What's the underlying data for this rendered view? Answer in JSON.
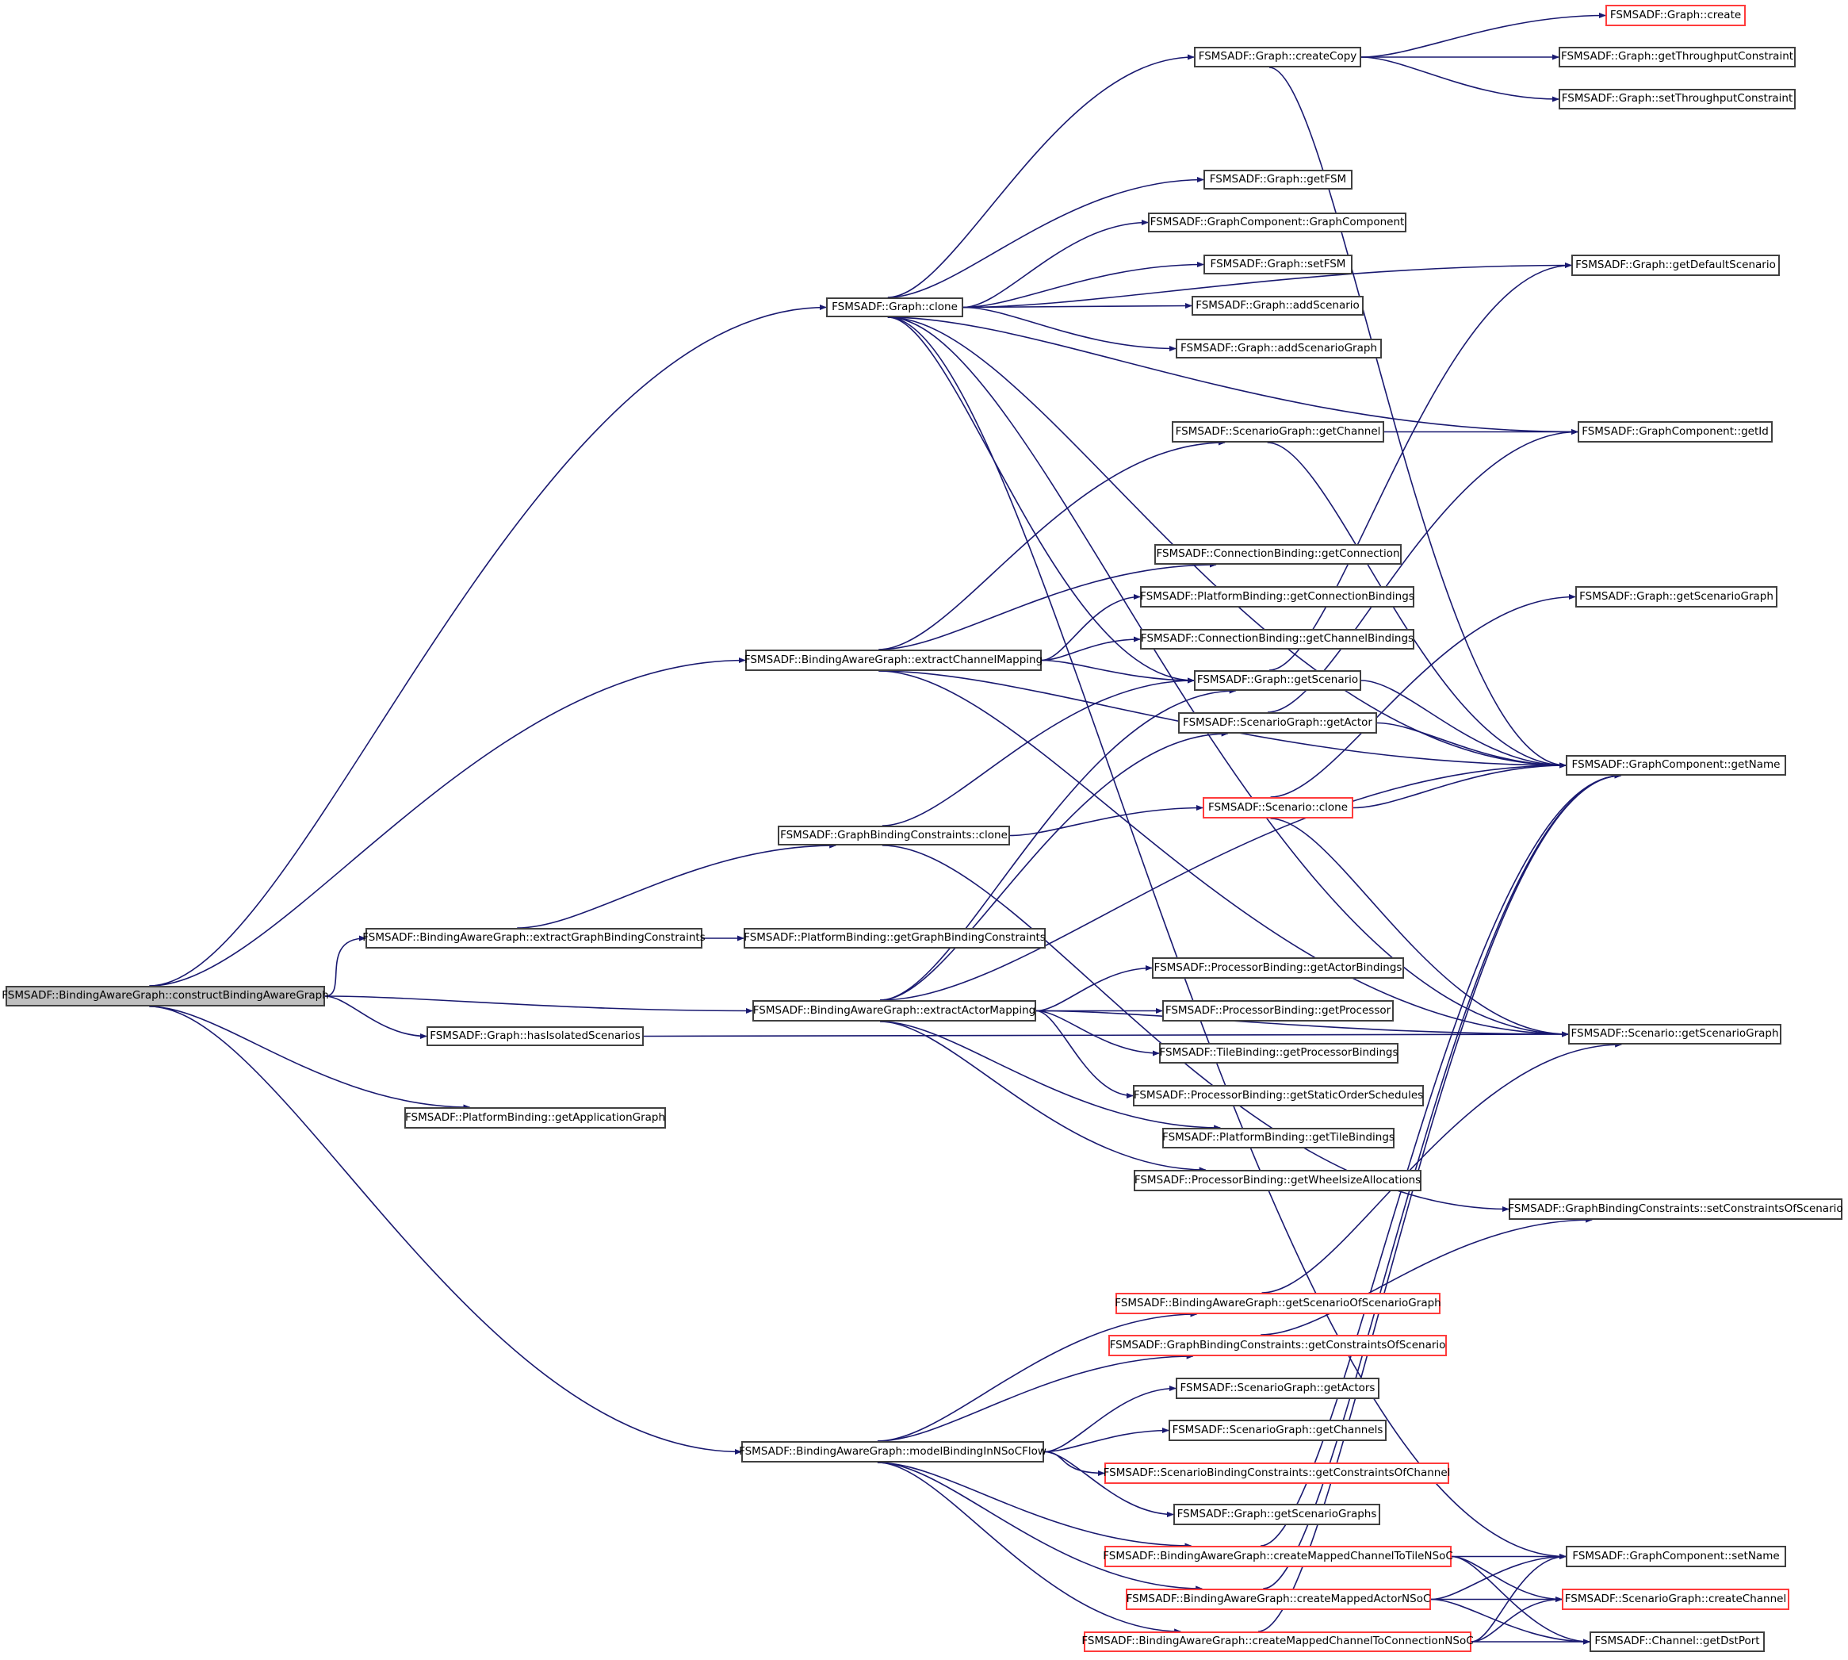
{
  "title": "FSMSADF::BindingAwareGraph::constructBindingAwareGraph call graph",
  "colors": {
    "edge": "#191970",
    "border": "#404040",
    "root_fill": "#bfbfbf",
    "truncated_border": "#ff3b3b"
  },
  "nodes": [
    {
      "id": "root",
      "label": "FSMSADF::BindingAwareGraph::constructBindingAwareGraph",
      "style": "root"
    },
    {
      "id": "gclone",
      "label": "FSMSADF::Graph::clone",
      "style": "normal"
    },
    {
      "id": "createCopy",
      "label": "FSMSADF::Graph::createCopy",
      "style": "normal"
    },
    {
      "id": "create",
      "label": "FSMSADF::Graph::create",
      "style": "red"
    },
    {
      "id": "getTP",
      "label": "FSMSADF::Graph::getThroughputConstraint",
      "style": "normal"
    },
    {
      "id": "setTP",
      "label": "FSMSADF::Graph::setThroughputConstraint",
      "style": "normal"
    },
    {
      "id": "getFSM",
      "label": "FSMSADF::Graph::getFSM",
      "style": "normal"
    },
    {
      "id": "gcCtor",
      "label": "FSMSADF::GraphComponent::GraphComponent",
      "style": "normal"
    },
    {
      "id": "setFSM",
      "label": "FSMSADF::Graph::setFSM",
      "style": "normal"
    },
    {
      "id": "addScenario",
      "label": "FSMSADF::Graph::addScenario",
      "style": "normal"
    },
    {
      "id": "addScenarioGraph",
      "label": "FSMSADF::Graph::addScenarioGraph",
      "style": "normal"
    },
    {
      "id": "sgGetChannel",
      "label": "FSMSADF::ScenarioGraph::getChannel",
      "style": "normal"
    },
    {
      "id": "cbGetConnection",
      "label": "FSMSADF::ConnectionBinding::getConnection",
      "style": "normal"
    },
    {
      "id": "pbGetConnBindings",
      "label": "FSMSADF::PlatformBinding::getConnectionBindings",
      "style": "normal"
    },
    {
      "id": "cbGetChanBindings",
      "label": "FSMSADF::ConnectionBinding::getChannelBindings",
      "style": "normal"
    },
    {
      "id": "getScenario",
      "label": "FSMSADF::Graph::getScenario",
      "style": "normal"
    },
    {
      "id": "sgGetActor",
      "label": "FSMSADF::ScenarioGraph::getActor",
      "style": "normal"
    },
    {
      "id": "scClone",
      "label": "FSMSADF::Scenario::clone",
      "style": "red"
    },
    {
      "id": "extractChannel",
      "label": "FSMSADF::BindingAwareGraph::extractChannelMapping",
      "style": "normal"
    },
    {
      "id": "gbcClone",
      "label": "FSMSADF::GraphBindingConstraints::clone",
      "style": "normal"
    },
    {
      "id": "extractGBC",
      "label": "FSMSADF::BindingAwareGraph::extractGraphBindingConstraints",
      "style": "normal"
    },
    {
      "id": "pbGetGBC",
      "label": "FSMSADF::PlatformBinding::getGraphBindingConstraints",
      "style": "normal"
    },
    {
      "id": "extractActor",
      "label": "FSMSADF::BindingAwareGraph::extractActorMapping",
      "style": "normal"
    },
    {
      "id": "hasIsolated",
      "label": "FSMSADF::Graph::hasIsolatedScenarios",
      "style": "normal"
    },
    {
      "id": "getAppGraph",
      "label": "FSMSADF::PlatformBinding::getApplicationGraph",
      "style": "normal"
    },
    {
      "id": "pbGetActorBindings",
      "label": "FSMSADF::ProcessorBinding::getActorBindings",
      "style": "normal"
    },
    {
      "id": "pbGetProcessor",
      "label": "FSMSADF::ProcessorBinding::getProcessor",
      "style": "normal"
    },
    {
      "id": "tbGetProcBindings",
      "label": "FSMSADF::TileBinding::getProcessorBindings",
      "style": "normal"
    },
    {
      "id": "pbGetSOS",
      "label": "FSMSADF::ProcessorBinding::getStaticOrderSchedules",
      "style": "normal"
    },
    {
      "id": "pbGetTileBindings",
      "label": "FSMSADF::PlatformBinding::getTileBindings",
      "style": "normal"
    },
    {
      "id": "pbGetWheel",
      "label": "FSMSADF::ProcessorBinding::getWheelsizeAllocations",
      "style": "normal"
    },
    {
      "id": "modelNSoC",
      "label": "FSMSADF::BindingAwareGraph::modelBindingInNSoCFlow",
      "style": "normal"
    },
    {
      "id": "getSOfSG",
      "label": "FSMSADF::BindingAwareGraph::getScenarioOfScenarioGraph",
      "style": "red"
    },
    {
      "id": "getConstrOfScen",
      "label": "FSMSADF::GraphBindingConstraints::getConstraintsOfScenario",
      "style": "red"
    },
    {
      "id": "sgGetActors",
      "label": "FSMSADF::ScenarioGraph::getActors",
      "style": "normal"
    },
    {
      "id": "sgGetChannels",
      "label": "FSMSADF::ScenarioGraph::getChannels",
      "style": "normal"
    },
    {
      "id": "getConstrOfChan",
      "label": "FSMSADF::ScenarioBindingConstraints::getConstraintsOfChannel",
      "style": "red"
    },
    {
      "id": "getScenarioGraphs",
      "label": "FSMSADF::Graph::getScenarioGraphs",
      "style": "normal"
    },
    {
      "id": "cmcTile",
      "label": "FSMSADF::BindingAwareGraph::createMappedChannelToTileNSoC",
      "style": "red"
    },
    {
      "id": "cmActor",
      "label": "FSMSADF::BindingAwareGraph::createMappedActorNSoC",
      "style": "red"
    },
    {
      "id": "cmcConn",
      "label": "FSMSADF::BindingAwareGraph::createMappedChannelToConnectionNSoC",
      "style": "red"
    },
    {
      "id": "getDefaultScenario",
      "label": "FSMSADF::Graph::getDefaultScenario",
      "style": "normal"
    },
    {
      "id": "gcGetId",
      "label": "FSMSADF::GraphComponent::getId",
      "style": "normal"
    },
    {
      "id": "gGetScenarioGraph",
      "label": "FSMSADF::Graph::getScenarioGraph",
      "style": "normal"
    },
    {
      "id": "gcGetName",
      "label": "FSMSADF::GraphComponent::getName",
      "style": "normal"
    },
    {
      "id": "scGetScenarioGraph",
      "label": "FSMSADF::Scenario::getScenarioGraph",
      "style": "normal"
    },
    {
      "id": "gbcSetConstr",
      "label": "FSMSADF::GraphBindingConstraints::setConstraintsOfScenario",
      "style": "normal"
    },
    {
      "id": "gcSetName",
      "label": "FSMSADF::GraphComponent::setName",
      "style": "normal"
    },
    {
      "id": "sgCreateChannel",
      "label": "FSMSADF::ScenarioGraph::createChannel",
      "style": "red"
    },
    {
      "id": "chGetDstPort",
      "label": "FSMSADF::Channel::getDstPort",
      "style": "normal"
    }
  ],
  "edges": [
    [
      "root",
      "gclone"
    ],
    [
      "root",
      "extractChannel"
    ],
    [
      "root",
      "extractGBC"
    ],
    [
      "root",
      "extractActor"
    ],
    [
      "root",
      "hasIsolated"
    ],
    [
      "root",
      "getAppGraph"
    ],
    [
      "root",
      "modelNSoC"
    ],
    [
      "gclone",
      "createCopy"
    ],
    [
      "gclone",
      "getFSM"
    ],
    [
      "gclone",
      "gcCtor"
    ],
    [
      "gclone",
      "setFSM"
    ],
    [
      "gclone",
      "addScenario"
    ],
    [
      "gclone",
      "addScenarioGraph"
    ],
    [
      "gclone",
      "getScenario"
    ],
    [
      "gclone",
      "getDefaultScenario"
    ],
    [
      "gclone",
      "gcGetId"
    ],
    [
      "gclone",
      "gcGetName"
    ],
    [
      "gclone",
      "scGetScenarioGraph"
    ],
    [
      "createCopy",
      "create"
    ],
    [
      "createCopy",
      "getTP"
    ],
    [
      "createCopy",
      "setTP"
    ],
    [
      "createCopy",
      "gcGetName"
    ],
    [
      "sgGetChannel",
      "gcGetId"
    ],
    [
      "sgGetChannel",
      "gcGetName"
    ],
    [
      "getScenario",
      "gcGetName"
    ],
    [
      "getScenario",
      "getDefaultScenario"
    ],
    [
      "sgGetActor",
      "gcGetName"
    ],
    [
      "sgGetActor",
      "gcGetId"
    ],
    [
      "scClone",
      "gcGetName"
    ],
    [
      "scClone",
      "gGetScenarioGraph"
    ],
    [
      "scClone",
      "scGetScenarioGraph"
    ],
    [
      "extractChannel",
      "sgGetChannel"
    ],
    [
      "extractChannel",
      "cbGetConnection"
    ],
    [
      "extractChannel",
      "pbGetConnBindings"
    ],
    [
      "extractChannel",
      "cbGetChanBindings"
    ],
    [
      "extractChannel",
      "getScenario"
    ],
    [
      "extractChannel",
      "gcGetName"
    ],
    [
      "extractChannel",
      "scGetScenarioGraph"
    ],
    [
      "extractGBC",
      "gbcClone"
    ],
    [
      "extractGBC",
      "pbGetGBC"
    ],
    [
      "gbcClone",
      "getScenario"
    ],
    [
      "gbcClone",
      "scClone"
    ],
    [
      "gbcClone",
      "gbcSetConstr"
    ],
    [
      "extractActor",
      "getScenario"
    ],
    [
      "extractActor",
      "sgGetActor"
    ],
    [
      "extractActor",
      "gcGetName"
    ],
    [
      "extractActor",
      "pbGetActorBindings"
    ],
    [
      "extractActor",
      "pbGetProcessor"
    ],
    [
      "extractActor",
      "tbGetProcBindings"
    ],
    [
      "extractActor",
      "pbGetSOS"
    ],
    [
      "extractActor",
      "pbGetTileBindings"
    ],
    [
      "extractActor",
      "pbGetWheel"
    ],
    [
      "extractActor",
      "scGetScenarioGraph"
    ],
    [
      "hasIsolated",
      "scGetScenarioGraph"
    ],
    [
      "modelNSoC",
      "getSOfSG"
    ],
    [
      "modelNSoC",
      "getConstrOfScen"
    ],
    [
      "modelNSoC",
      "sgGetActors"
    ],
    [
      "modelNSoC",
      "sgGetChannels"
    ],
    [
      "modelNSoC",
      "getConstrOfChan"
    ],
    [
      "modelNSoC",
      "getScenarioGraphs"
    ],
    [
      "modelNSoC",
      "cmcTile"
    ],
    [
      "modelNSoC",
      "cmActor"
    ],
    [
      "modelNSoC",
      "cmcConn"
    ],
    [
      "getSOfSG",
      "scGetScenarioGraph"
    ],
    [
      "getConstrOfScen",
      "gbcSetConstr"
    ],
    [
      "cmcTile",
      "gcSetName"
    ],
    [
      "cmcTile",
      "sgCreateChannel"
    ],
    [
      "cmcTile",
      "chGetDstPort"
    ],
    [
      "cmcTile",
      "gcGetName"
    ],
    [
      "cmActor",
      "gcSetName"
    ],
    [
      "cmActor",
      "sgCreateChannel"
    ],
    [
      "cmActor",
      "chGetDstPort"
    ],
    [
      "cmActor",
      "gcGetName"
    ],
    [
      "cmcConn",
      "gcSetName"
    ],
    [
      "cmcConn",
      "sgCreateChannel"
    ],
    [
      "cmcConn",
      "chGetDstPort"
    ],
    [
      "cmcConn",
      "gcGetName"
    ],
    [
      "gclone",
      "gcSetName"
    ]
  ]
}
